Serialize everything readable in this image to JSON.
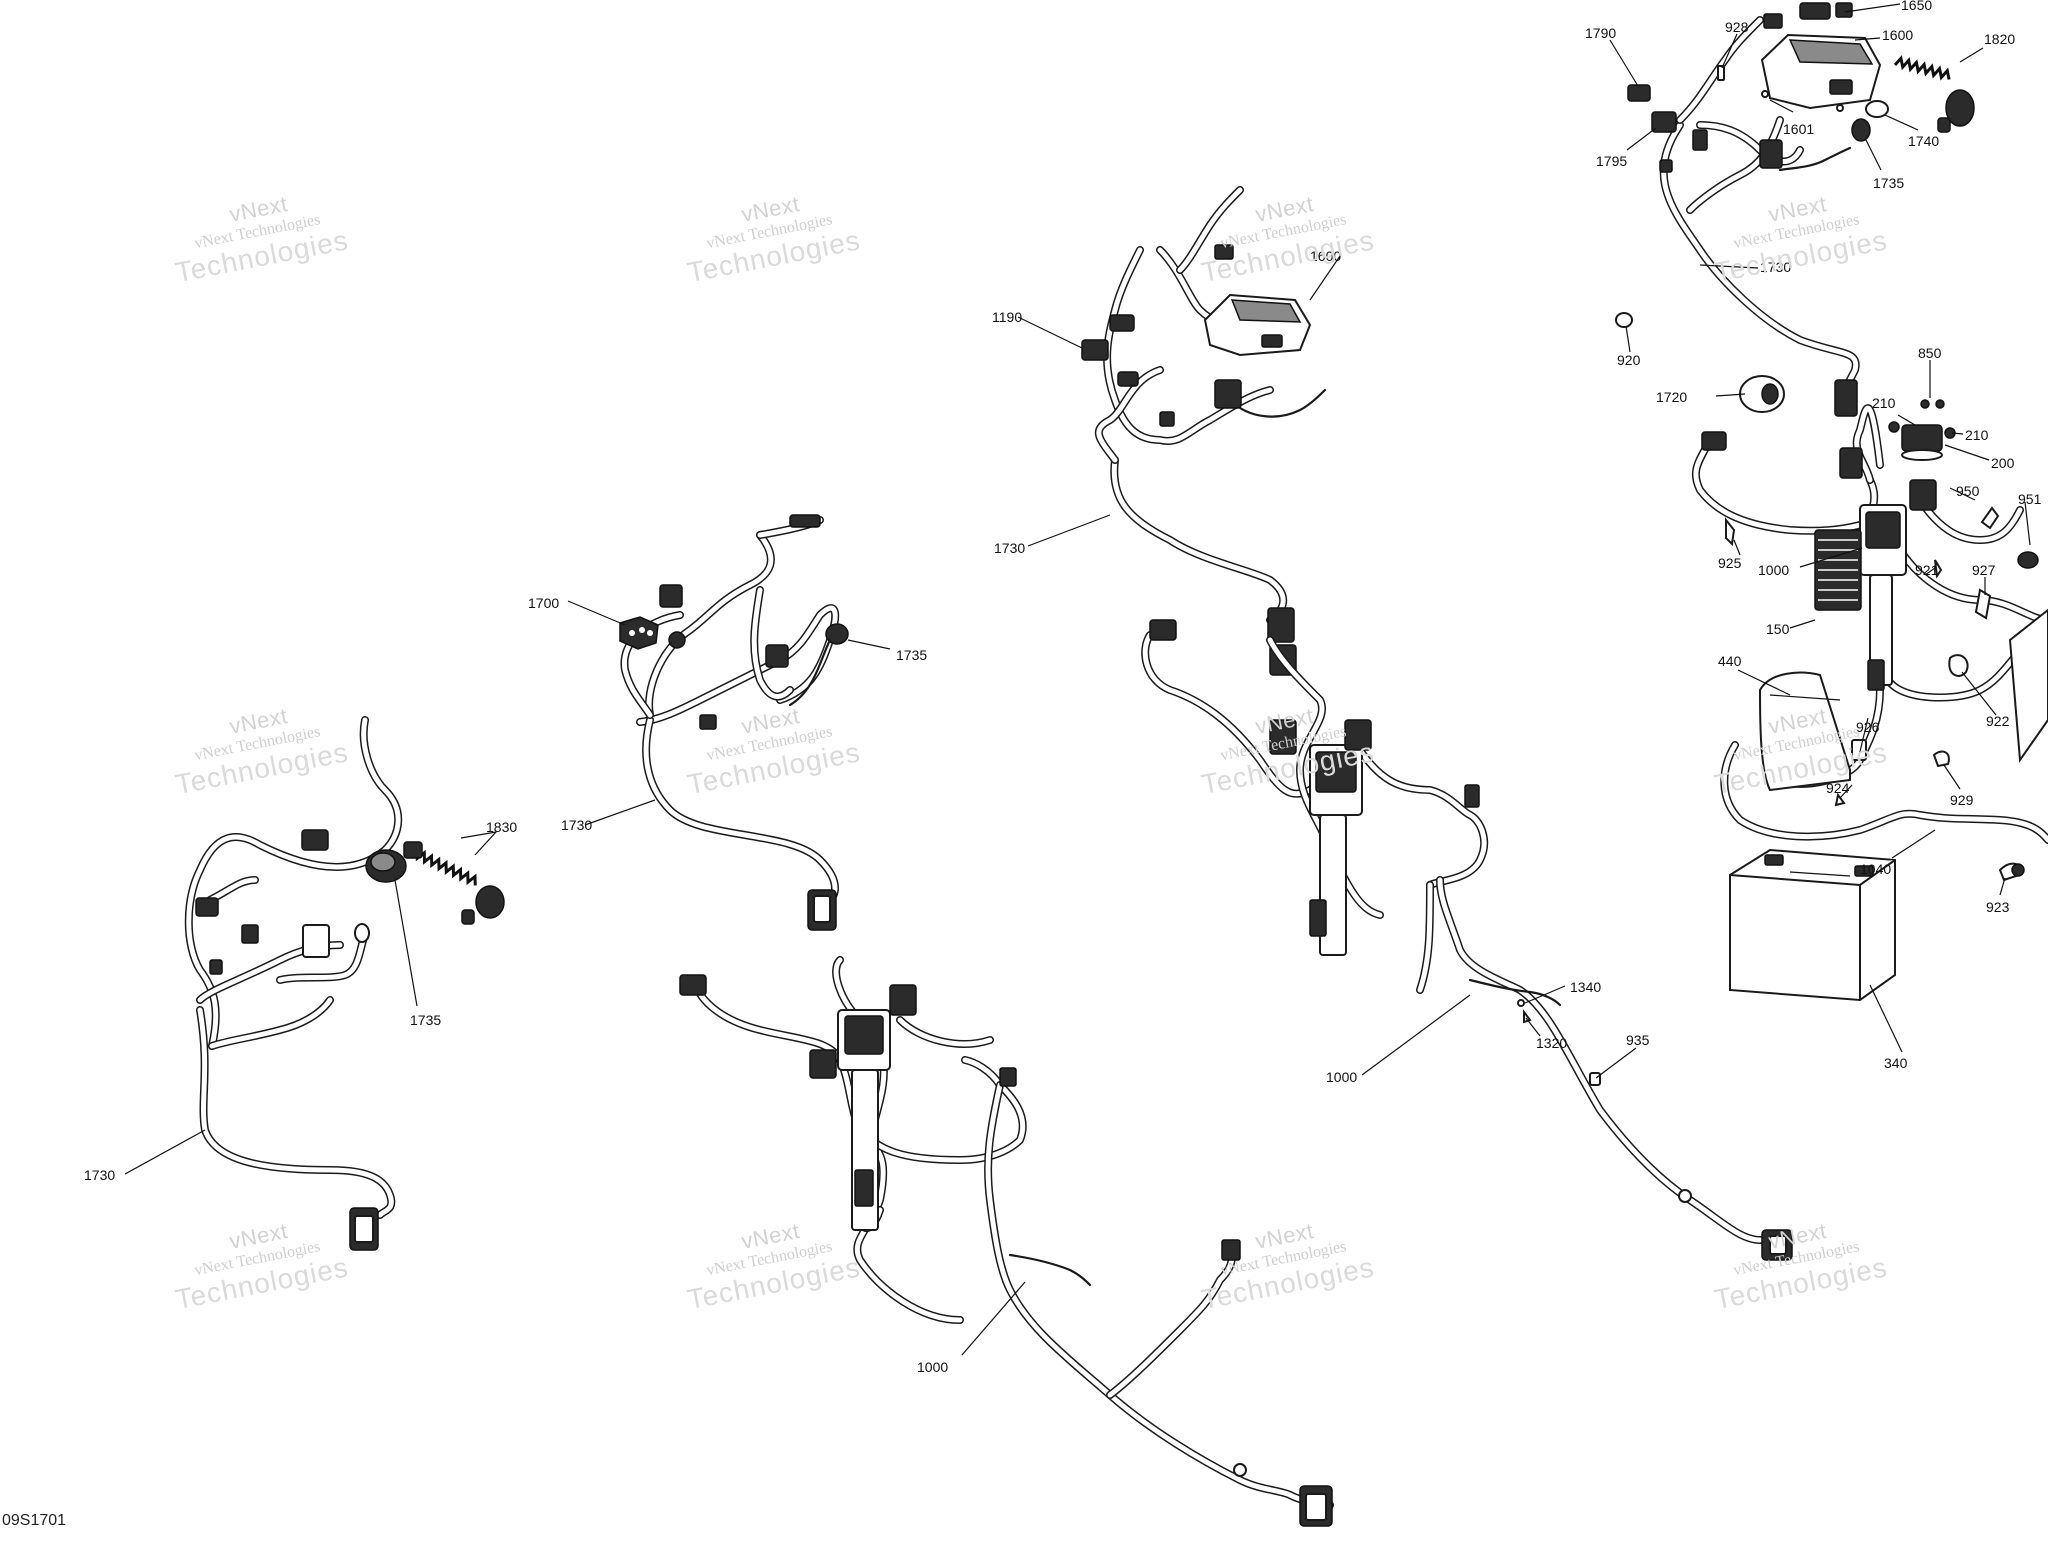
{
  "watermark": {
    "line1": "vNext",
    "line2": "vNext Technologies",
    "line3": "Technologies"
  },
  "figure_code": "09S1701",
  "callouts": [
    {
      "id": "c1830",
      "label": "1830"
    },
    {
      "id": "c1735a",
      "label": "1735"
    },
    {
      "id": "c1730a",
      "label": "1730"
    },
    {
      "id": "c1700",
      "label": "1700"
    },
    {
      "id": "c1735b",
      "label": "1735"
    },
    {
      "id": "c1730b",
      "label": "1730"
    },
    {
      "id": "c1000a",
      "label": "1000"
    },
    {
      "id": "c1190",
      "label": "1190"
    },
    {
      "id": "c1600a",
      "label": "1600"
    },
    {
      "id": "c1730c",
      "label": "1730"
    },
    {
      "id": "c1000b",
      "label": "1000"
    },
    {
      "id": "c1340",
      "label": "1340"
    },
    {
      "id": "c1320",
      "label": "1320"
    },
    {
      "id": "c935",
      "label": "935"
    },
    {
      "id": "c1650",
      "label": "1650"
    },
    {
      "id": "c1790",
      "label": "1790"
    },
    {
      "id": "c928",
      "label": "928"
    },
    {
      "id": "c1600b",
      "label": "1600"
    },
    {
      "id": "c1820",
      "label": "1820"
    },
    {
      "id": "c1601",
      "label": "1601"
    },
    {
      "id": "c1740",
      "label": "1740"
    },
    {
      "id": "c1795",
      "label": "1795"
    },
    {
      "id": "c1735c",
      "label": "1735"
    },
    {
      "id": "c1730d",
      "label": "1730"
    },
    {
      "id": "c920",
      "label": "920"
    },
    {
      "id": "c850",
      "label": "850"
    },
    {
      "id": "c1720",
      "label": "1720"
    },
    {
      "id": "c210a",
      "label": "210"
    },
    {
      "id": "c210b",
      "label": "210"
    },
    {
      "id": "c200",
      "label": "200"
    },
    {
      "id": "c950",
      "label": "950"
    },
    {
      "id": "c951",
      "label": "951"
    },
    {
      "id": "c925",
      "label": "925"
    },
    {
      "id": "c1000c",
      "label": "1000"
    },
    {
      "id": "c921",
      "label": "921"
    },
    {
      "id": "c927",
      "label": "927"
    },
    {
      "id": "c150",
      "label": "150"
    },
    {
      "id": "c440",
      "label": "440"
    },
    {
      "id": "c926",
      "label": "926"
    },
    {
      "id": "c922",
      "label": "922"
    },
    {
      "id": "c924",
      "label": "924"
    },
    {
      "id": "c929",
      "label": "929"
    },
    {
      "id": "c1040",
      "label": "1040"
    },
    {
      "id": "c923",
      "label": "923"
    },
    {
      "id": "c340",
      "label": "340"
    }
  ]
}
